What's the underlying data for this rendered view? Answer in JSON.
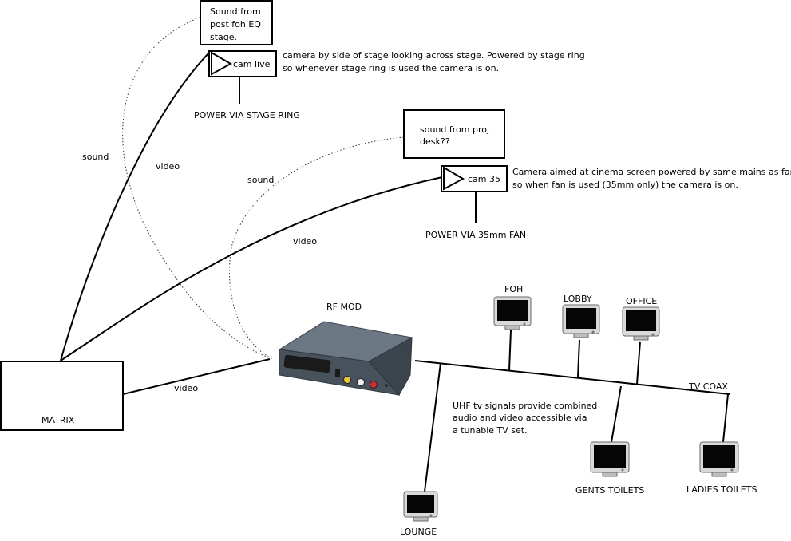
{
  "sources": {
    "foh_eq": [
      "Sound from",
      "post foh EQ",
      "stage."
    ],
    "proj_desk": [
      "sound from proj",
      "desk??"
    ]
  },
  "cameras": {
    "live": {
      "label": "cam live",
      "note": [
        "camera by side of stage looking across stage. Powered by stage ring",
        "so whenever stage ring is used the camera is on."
      ],
      "power": "POWER VIA STAGE RING"
    },
    "c35": {
      "label": "cam 35",
      "note": [
        "Camera aimed at cinema screen powered by same mains as fan",
        "so when fan is used (35mm only) the camera is on."
      ],
      "power": "POWER VIA 35mm FAN"
    }
  },
  "links": {
    "sound1": "sound",
    "video1": "video",
    "sound2": "sound",
    "video2": "video",
    "video3": "video"
  },
  "matrix": "MATRIX",
  "rf_mod": "RF MOD",
  "tv_coax": "TV COAX",
  "uhf_note": [
    "UHF tv signals provide combined",
    "audio and video accessible via",
    "a tunable TV set."
  ],
  "tvs": {
    "foh": "FOH",
    "lobby": "LOBBY",
    "office": "OFFICE",
    "gents": "GENTS TOILETS",
    "ladies": "LADIES TOILETS",
    "lounge": "LOUNGE"
  },
  "colors": {
    "line": "#000000",
    "rf_mod_body": "#4a5560",
    "tv_screen": "#050505"
  }
}
